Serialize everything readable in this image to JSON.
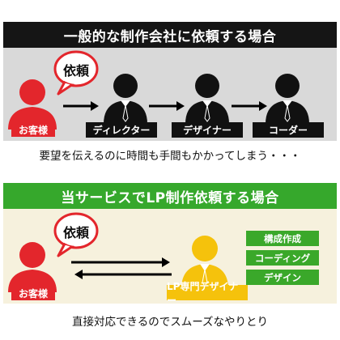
{
  "top": {
    "title": "一般的な制作会社に依頼する場合",
    "customer_label": "お客様",
    "bubble_text": "依頼",
    "roles": [
      "ディレクター",
      "デザイナー",
      "コーダー"
    ],
    "caption": "要望を伝えるのに時間も手間もかかってしまう・・・",
    "colors": {
      "banner": "#151515",
      "panel": "#d9d9d9",
      "customer": "#e3262c",
      "staff": "#111111"
    }
  },
  "bottom": {
    "title": "当サービスでLP制作依頼する場合",
    "customer_label": "お客様",
    "bubble_text": "依頼",
    "designer_label": "LP専門デザイナー",
    "tasks": [
      "構成作成",
      "コーディング",
      "デザイン"
    ],
    "caption": "直接対応できるのでスムーズなやりとり",
    "colors": {
      "banner": "#36a82c",
      "panel": "#f6f1dd",
      "customer": "#e3262c",
      "designer": "#f5c20c",
      "task": "#3aa82a"
    }
  }
}
